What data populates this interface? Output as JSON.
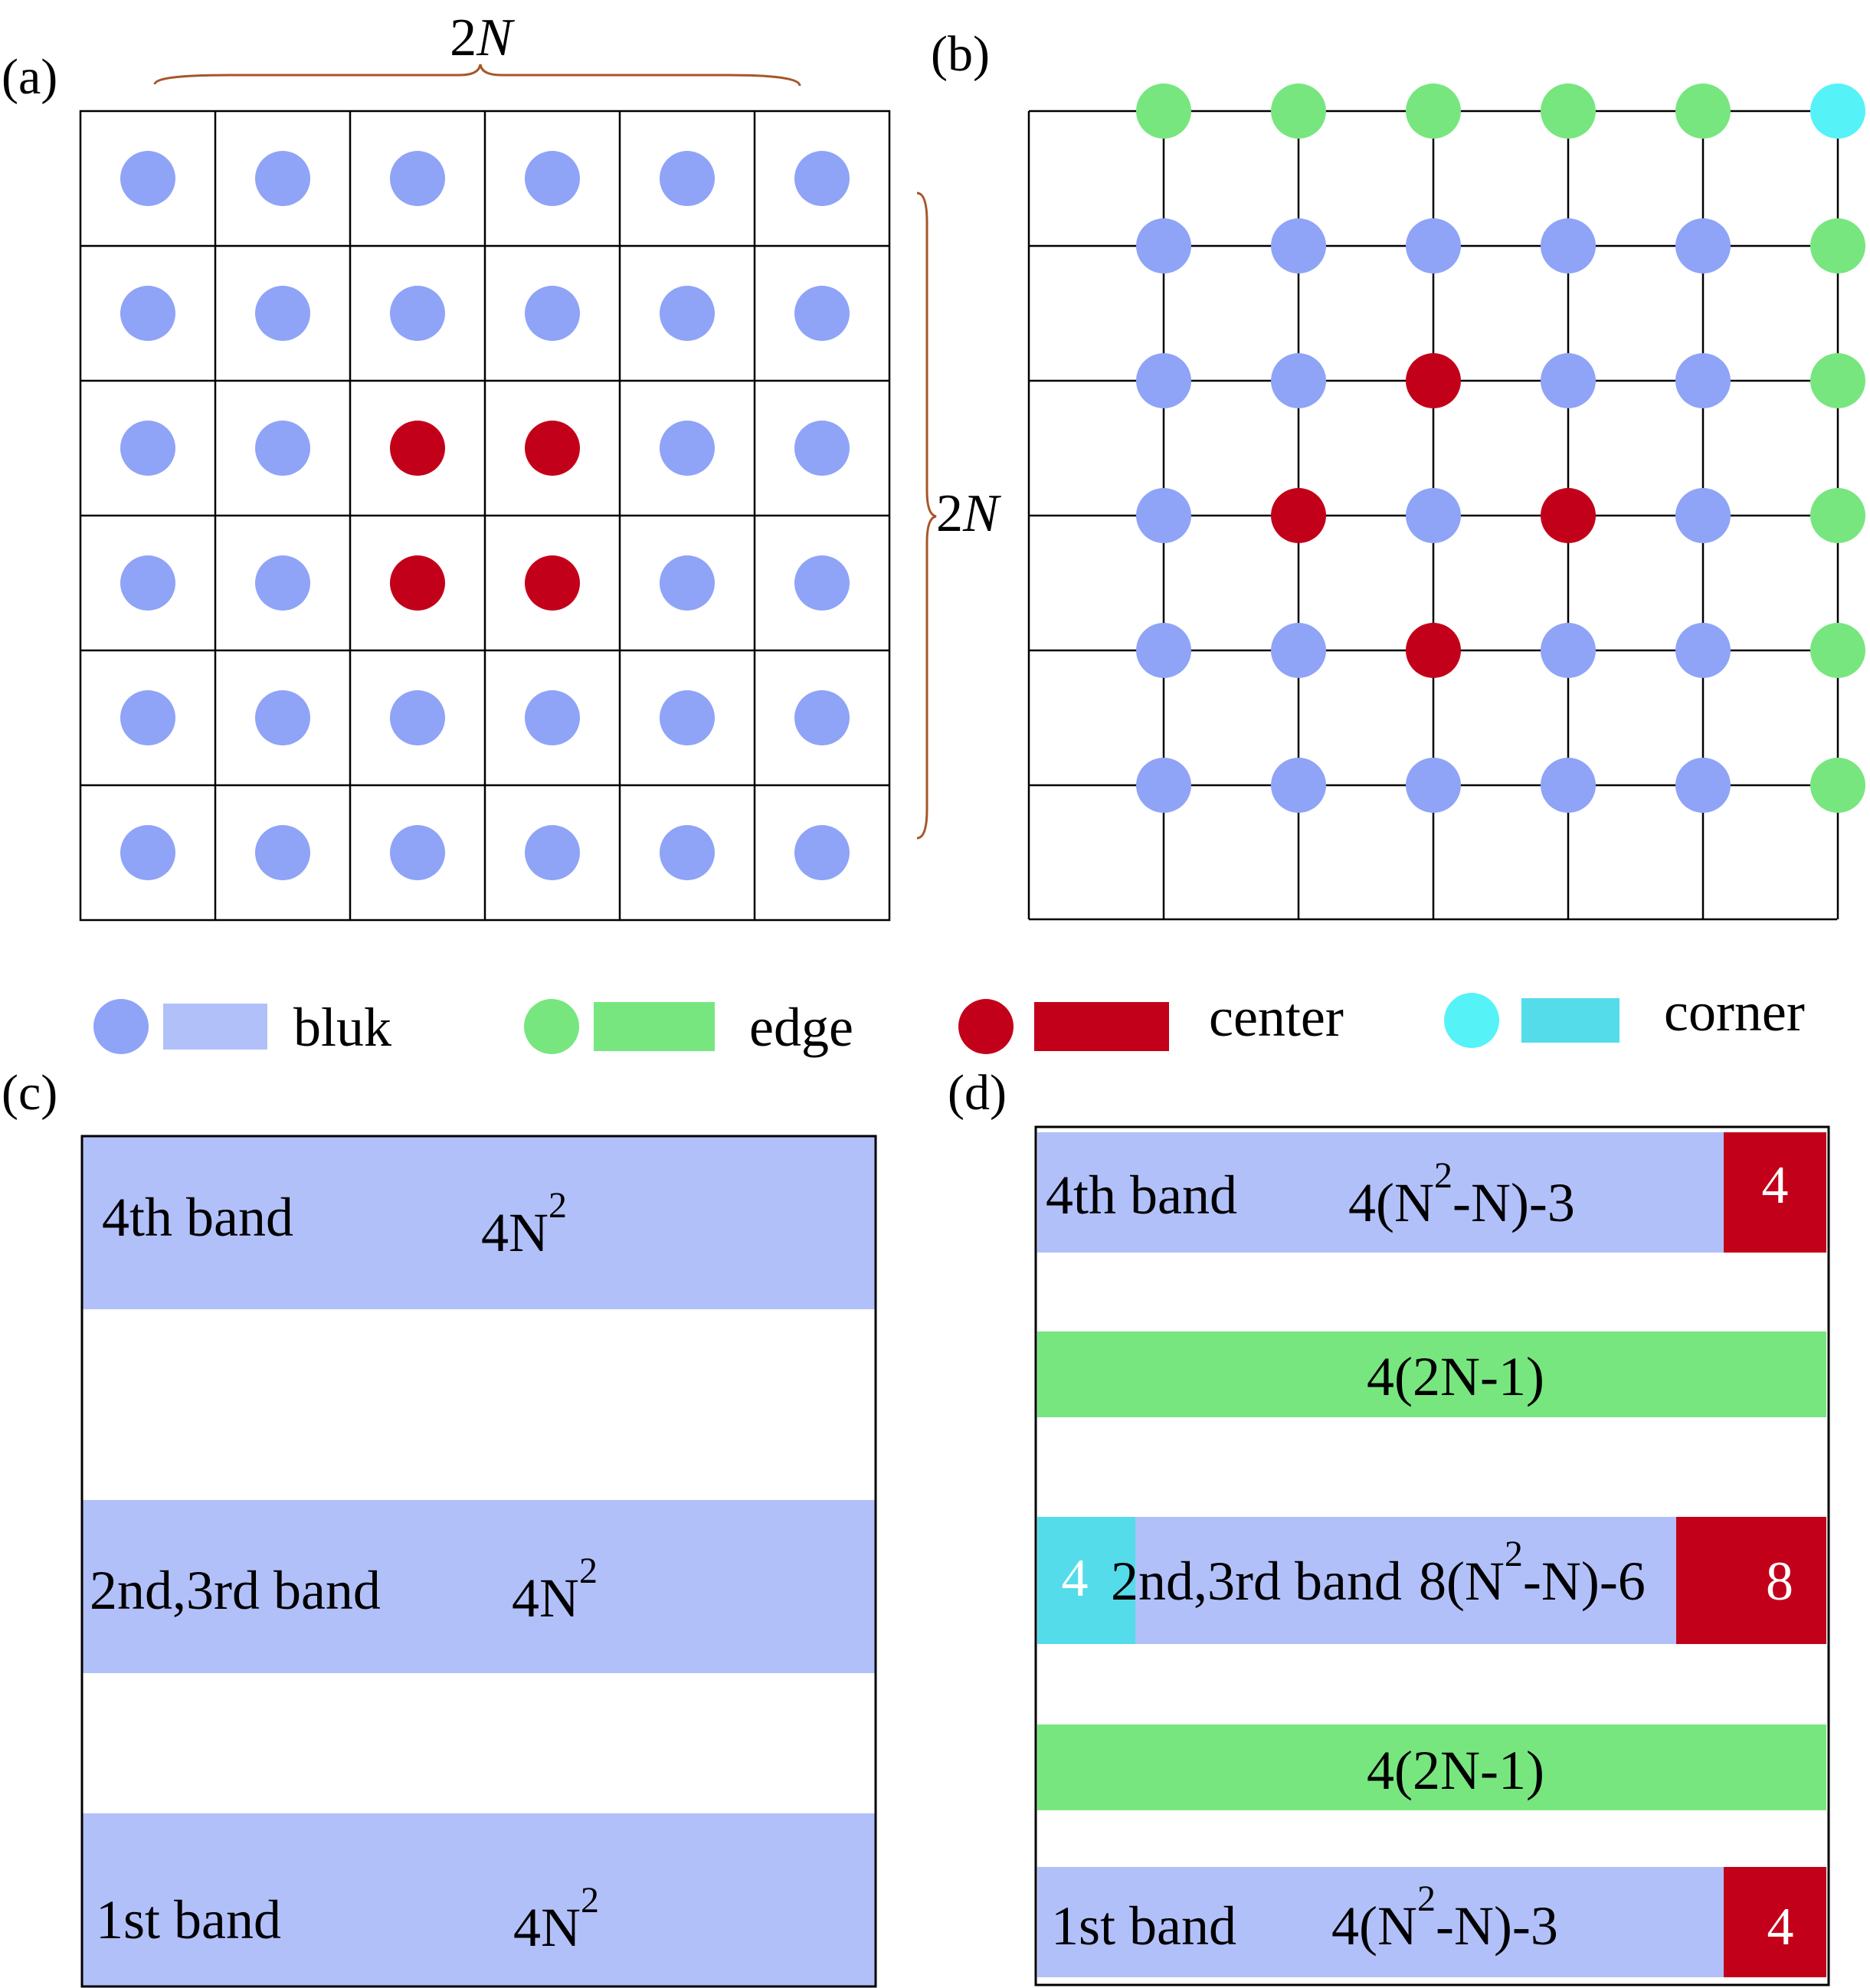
{
  "colors": {
    "bulk_dot": "#8fa3f7",
    "bulk_bar": "#b2c0fa",
    "edge": "#77e67f",
    "center": "#c3001a",
    "corner_dot": "#55f2f8",
    "corner_bar": "#54dcea",
    "grid": "#000000",
    "brace": "#a65628"
  },
  "panels": {
    "a": {
      "label": "(a)",
      "width_label_prefix": "2",
      "width_label_var": "N",
      "height_label_prefix": "2",
      "height_label_var": "N"
    },
    "b": {
      "label": "(b)"
    },
    "c": {
      "label": "(c)"
    },
    "d": {
      "label": "(d)"
    }
  },
  "panel_a_grid": {
    "rows": 6,
    "cols": 6,
    "dots": [
      [
        "bulk",
        "bulk",
        "bulk",
        "bulk",
        "bulk",
        "bulk"
      ],
      [
        "bulk",
        "bulk",
        "bulk",
        "bulk",
        "bulk",
        "bulk"
      ],
      [
        "bulk",
        "bulk",
        "center",
        "center",
        "bulk",
        "bulk"
      ],
      [
        "bulk",
        "bulk",
        "center",
        "center",
        "bulk",
        "bulk"
      ],
      [
        "bulk",
        "bulk",
        "bulk",
        "bulk",
        "bulk",
        "bulk"
      ],
      [
        "bulk",
        "bulk",
        "bulk",
        "bulk",
        "bulk",
        "bulk"
      ]
    ]
  },
  "panel_b_grid": {
    "rows": 6,
    "cols": 6,
    "dots": [
      [
        "edge",
        "edge",
        "edge",
        "edge",
        "edge",
        "corner"
      ],
      [
        "bulk",
        "bulk",
        "bulk",
        "bulk",
        "bulk",
        "edge"
      ],
      [
        "bulk",
        "bulk",
        "center",
        "bulk",
        "bulk",
        "edge"
      ],
      [
        "bulk",
        "center",
        "bulk",
        "center",
        "bulk",
        "edge"
      ],
      [
        "bulk",
        "bulk",
        "center",
        "bulk",
        "bulk",
        "edge"
      ],
      [
        "bulk",
        "bulk",
        "bulk",
        "bulk",
        "bulk",
        "edge"
      ]
    ]
  },
  "legend": [
    {
      "kind": "bulk",
      "label": "bluk"
    },
    {
      "kind": "edge",
      "label": "edge"
    },
    {
      "kind": "center",
      "label": "center"
    },
    {
      "kind": "corner",
      "label": "corner"
    }
  ],
  "panel_c": {
    "bands": [
      {
        "name": "4th band",
        "count_base": "4N",
        "count_sup": "2"
      },
      {
        "name": "2nd,3rd band",
        "count_base": "4N",
        "count_sup": "2"
      },
      {
        "name": "1st band",
        "count_base": "4N",
        "count_sup": "2"
      }
    ]
  },
  "panel_d": {
    "top": {
      "name": "4th band",
      "c1": "4(N",
      "sup": "2",
      "c2": "-N)-3",
      "badge": "4"
    },
    "edge_top": {
      "label": "4(2N-1)"
    },
    "middle": {
      "corner_badge": "4",
      "name": "2nd,3rd band",
      "c1": "8(N",
      "sup": "2",
      "c2": "-N)-6",
      "badge": "8"
    },
    "edge_bottom": {
      "label": "4(2N-1)"
    },
    "bottom": {
      "name": "1st band",
      "c1": "4(N",
      "sup": "2",
      "c2": "-N)-3",
      "badge": "4"
    }
  }
}
